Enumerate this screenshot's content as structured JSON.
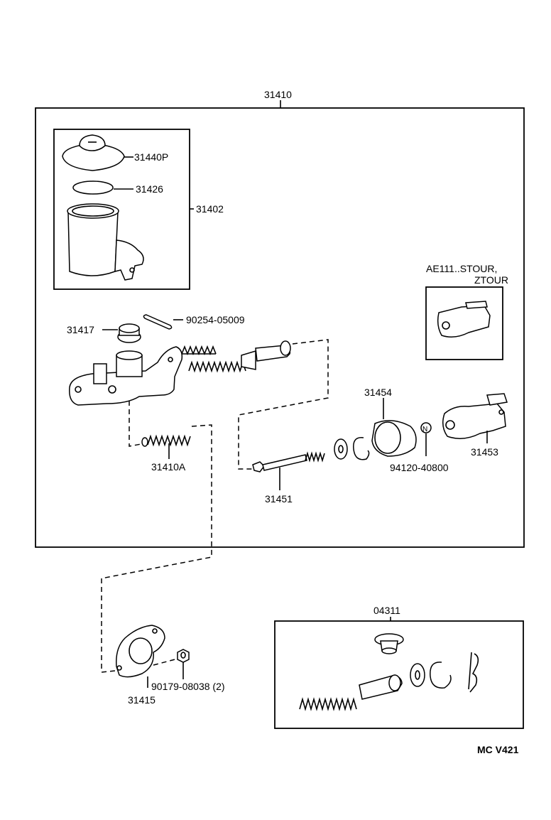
{
  "labels": {
    "assembly": "31410",
    "reservoir_cap": "31440P",
    "cap_seal": "31426",
    "reservoir_set": "31402",
    "grommet": "31417",
    "pin": "90254-05009",
    "piston_spring": "31410A",
    "push_rod_set": "31454",
    "clip": "94120-40800",
    "clevis": "31453",
    "push_rod": "31451",
    "variant_line1": "AE111..STOUR,",
    "variant_line2": "ZTOUR",
    "gasket": "31415",
    "nut": "90179-08038 (2)",
    "repair_kit": "04311",
    "diagram_code": "MC  V421"
  }
}
